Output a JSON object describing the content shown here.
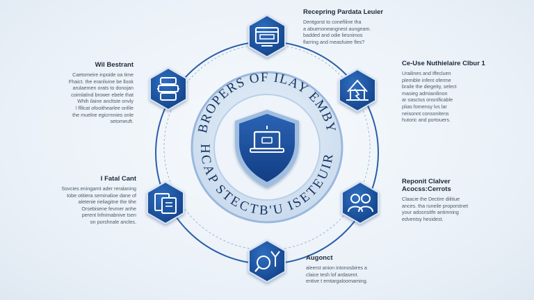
{
  "center": {
    "arc_top": "BROPERS OF ILAY EMBY",
    "arc_bottom": "HCAP STECTB'U ISETEUIRE",
    "shield_icon": "laptop-shield-icon"
  },
  "nodes": [
    {
      "id": "top",
      "icon": "monitor-window-icon",
      "title": "Recepring Pardata Leuier",
      "lines": [
        "Dentgorst to conefiline tha",
        "a abuenoneangnest aungeam.",
        "badded and odie liesnimos",
        "flarring and measfuiee fles?"
      ]
    },
    {
      "id": "upper-right",
      "icon": "broken-house-icon",
      "title": "Ce-Use Nuthielaire Clbur 1",
      "lines": [
        "Urailines and iffecluen",
        "plemible infent oferme",
        "braile the diegeity, select",
        "masieg admianilinon",
        "ar oasctus onsnificable",
        "plias fomensy lvs lar",
        "neisonnt consonitens",
        "hutoric and portouers."
      ]
    },
    {
      "id": "lower-right",
      "icon": "two-users-icon",
      "title": "Reponit Clalver Acocss:Cerrots",
      "lines": [
        "Claacie the Dectire dilitiue",
        "ances. tha runeile proporstnet",
        "your adosnsitfe antimning",
        "edventsy hesidest."
      ]
    },
    {
      "id": "bottom",
      "icon": "search-arrow-icon",
      "title": "Augonct",
      "lines": [
        "aleerst anion intonosbires a",
        "claice tesh lof ardasent.",
        "entive t emtargaloomaming."
      ]
    },
    {
      "id": "lower-left",
      "icon": "documents-icon",
      "title": "I Fatal Cant",
      "lines": [
        "Sovcies eningarnt ader reralaning",
        "tobe otitiera seminalioe dane of",
        "aletenie rieliagitne the tihe",
        "Orsebisene fevmer anhe",
        "perent lnfnimabnive tsen",
        "on porshnale ancles."
      ]
    },
    {
      "id": "upper-left",
      "icon": "server-stack-icon",
      "title": "Wil Bestrant",
      "lines": [
        "Caetomeire inpoide oa time",
        "Fhaict. the eranlivine be llook",
        "arulaemen orats to donojan",
        "coimlatind brower ebele that",
        "Whih ilaine ancltste onvly",
        "l ffilcat ofooithearlee onfile",
        "the muelne egicrmnies onle",
        "setomeuft."
      ]
    }
  ]
}
